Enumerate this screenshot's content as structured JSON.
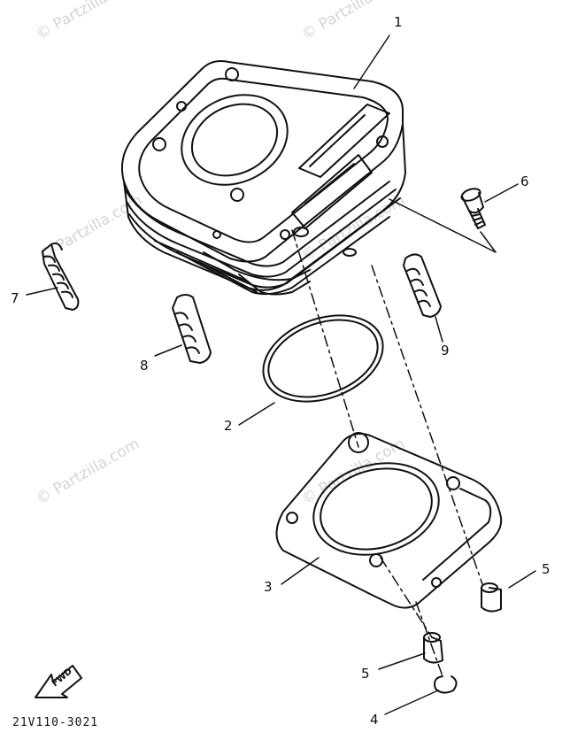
{
  "watermark": {
    "text": "© Partzilla.com",
    "color": "#d4d4d4"
  },
  "diagram": {
    "code": "21V110-3021",
    "fwd_label": "FWD",
    "parts": [
      {
        "name": "cylinder",
        "number": "1"
      },
      {
        "name": "o-ring",
        "number": "2"
      },
      {
        "name": "cylinder-gasket",
        "number": "3"
      },
      {
        "name": "circlip",
        "number": "4"
      },
      {
        "name": "dowel-pin-right",
        "number": "5"
      },
      {
        "name": "dowel-pin-left",
        "number": "5"
      },
      {
        "name": "bolt",
        "number": "6"
      },
      {
        "name": "stud-bolt-7",
        "number": "7"
      },
      {
        "name": "stud-bolt-8",
        "number": "8"
      },
      {
        "name": "stud-bolt-9",
        "number": "9"
      }
    ]
  }
}
